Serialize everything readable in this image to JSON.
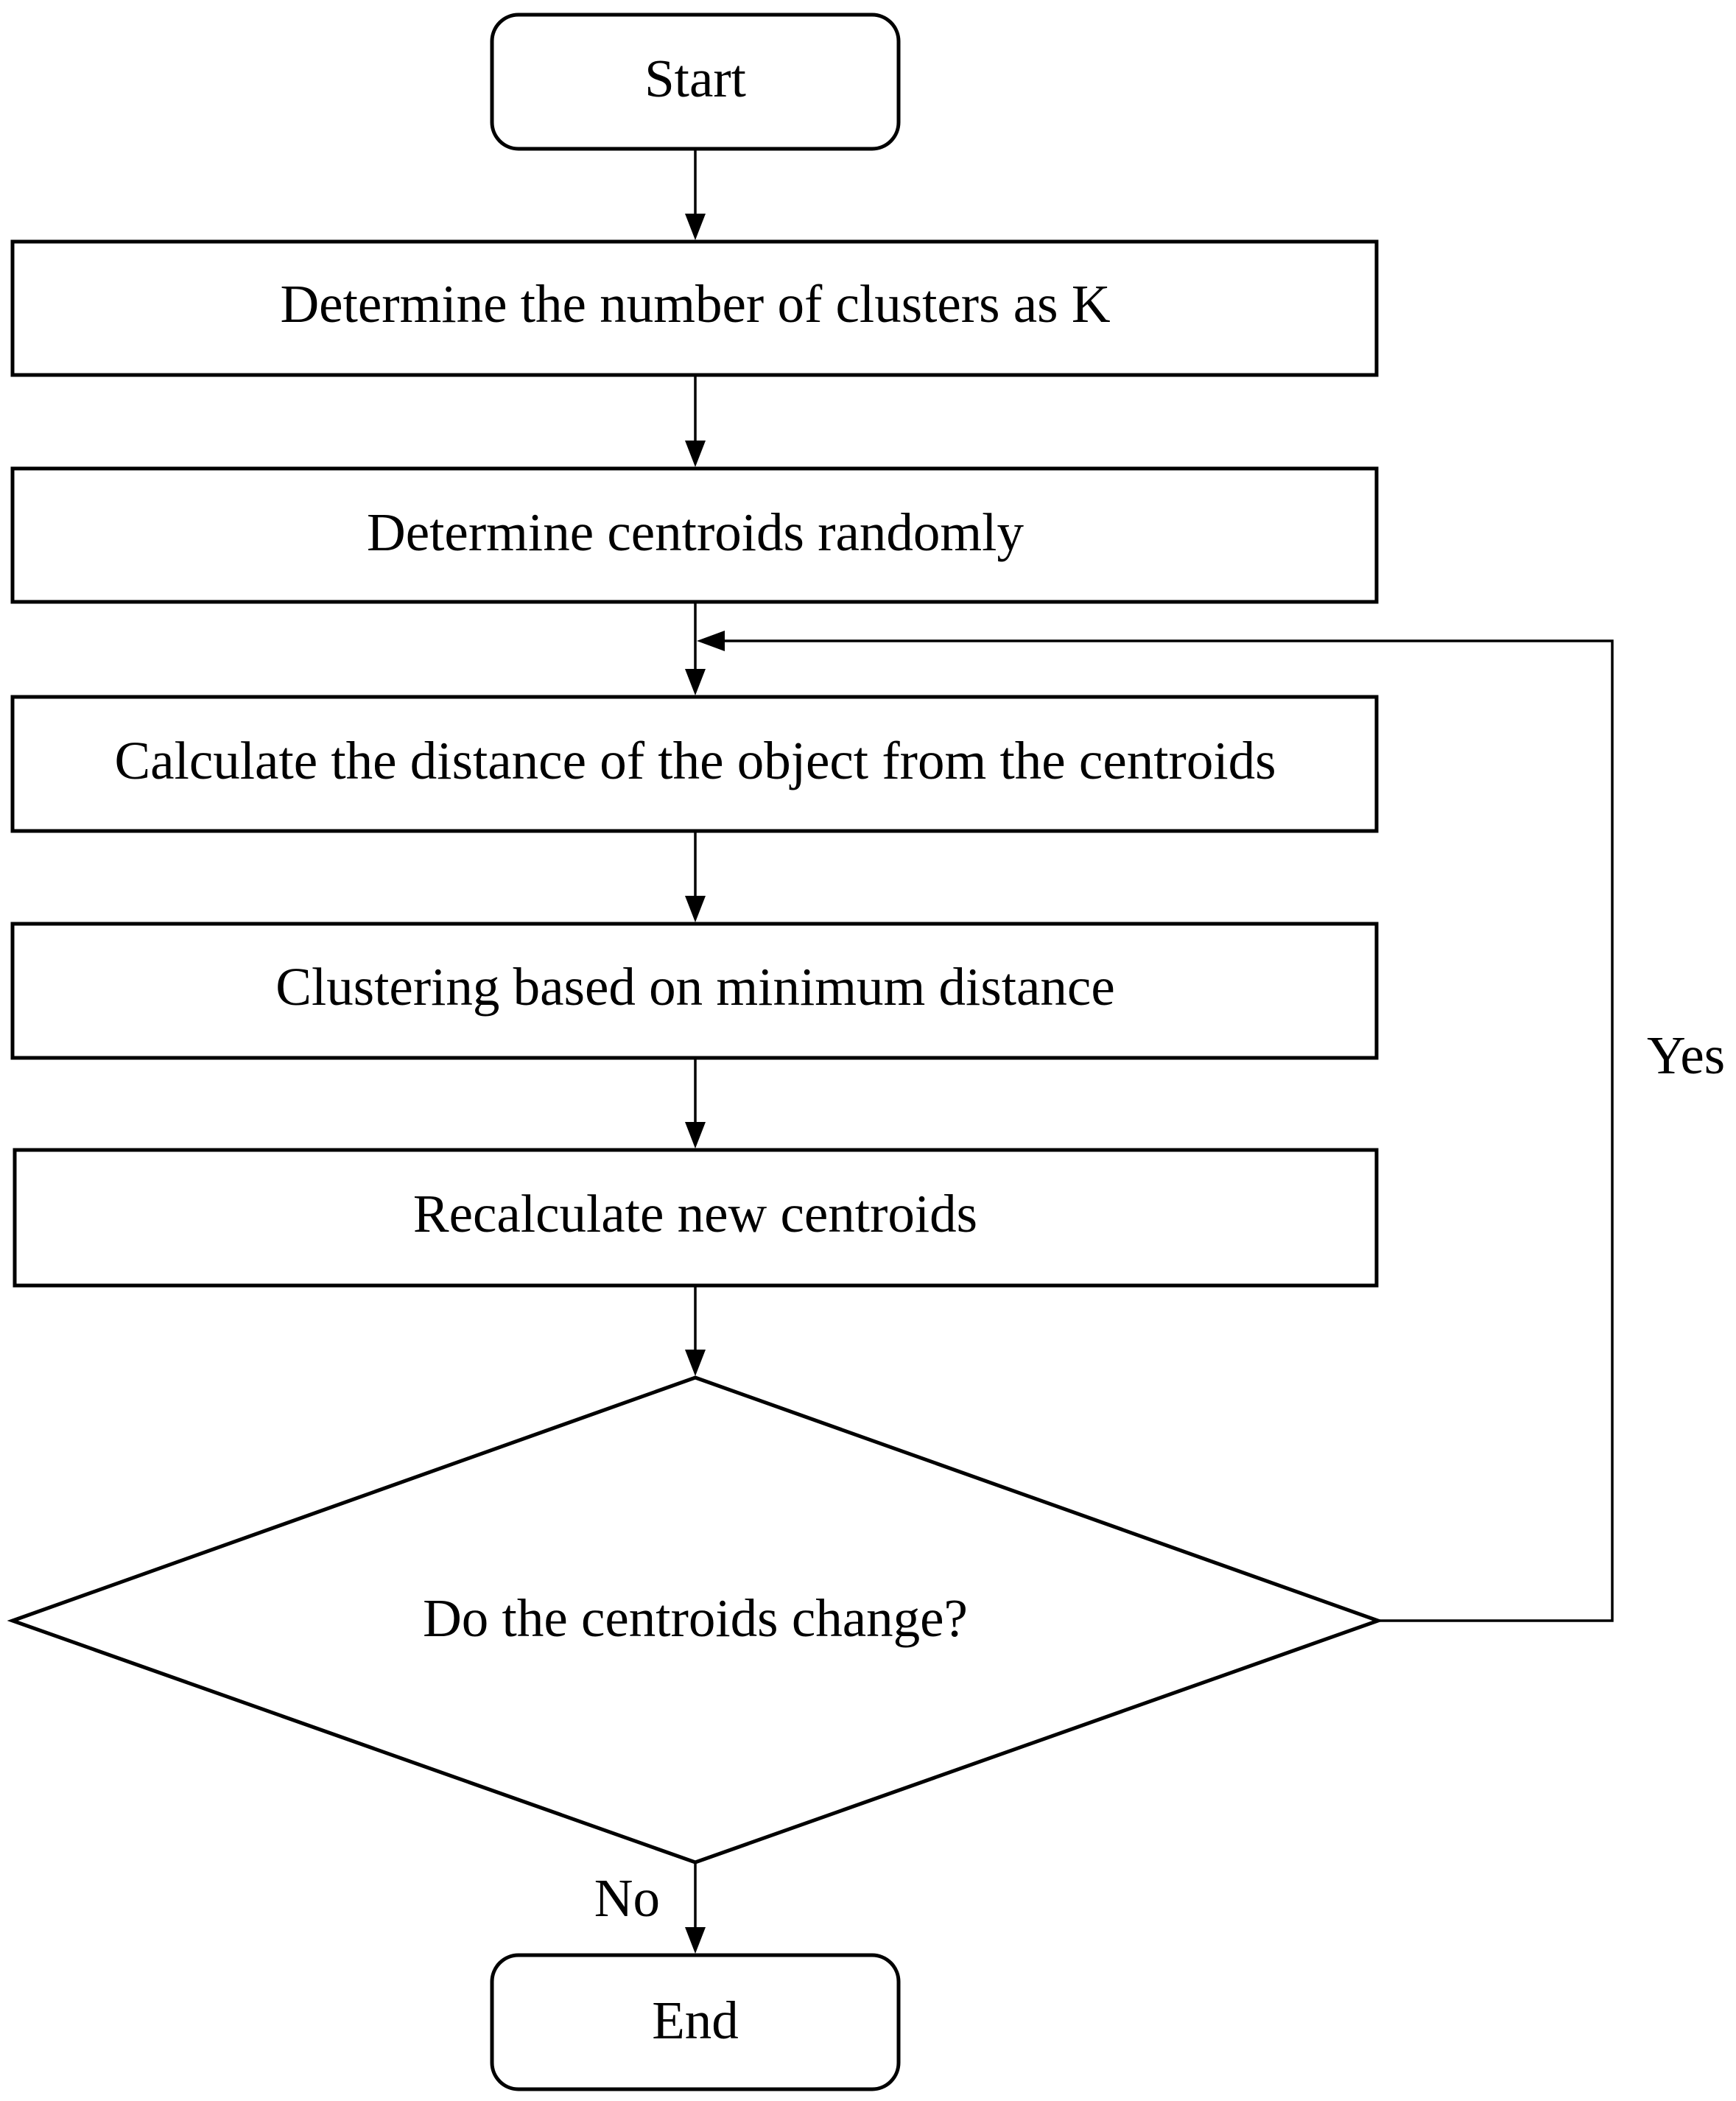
{
  "flowchart": {
    "nodes": {
      "start": "Start",
      "set_k": "Determine the number of clusters as K",
      "init_centroids": "Determine centroids randomly",
      "calc_distance": "Calculate the distance of the object from the centroids",
      "cluster": "Clustering based on minimum distance",
      "recalc": "Recalculate new centroids",
      "decision": "Do the centroids change?",
      "end": "End"
    },
    "edge_labels": {
      "yes": "Yes",
      "no": "No"
    }
  }
}
